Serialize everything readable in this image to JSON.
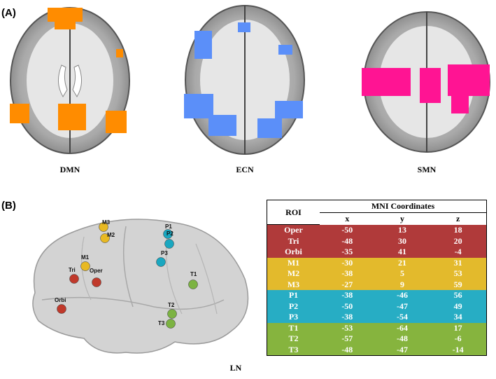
{
  "panel_a": {
    "label": "(A)",
    "networks": [
      {
        "label": "DMN",
        "color": "#ff8c00"
      },
      {
        "label": "ECN",
        "color": "#5b8ff9"
      },
      {
        "label": "SMN",
        "color": "#ff1493"
      }
    ]
  },
  "panel_b": {
    "label": "(B)",
    "brain_label": "LN",
    "roi_markers": [
      {
        "name": "M3",
        "color": "#e8b923"
      },
      {
        "name": "M2",
        "color": "#e8b923"
      },
      {
        "name": "M1",
        "color": "#e8b923"
      },
      {
        "name": "Tri",
        "color": "#c0392b"
      },
      {
        "name": "Oper",
        "color": "#c0392b"
      },
      {
        "name": "Orbi",
        "color": "#c0392b"
      },
      {
        "name": "P1",
        "color": "#1aa7c0"
      },
      {
        "name": "P2",
        "color": "#1aa7c0"
      },
      {
        "name": "P3",
        "color": "#1aa7c0"
      },
      {
        "name": "T1",
        "color": "#7cb342"
      },
      {
        "name": "T2",
        "color": "#7cb342"
      },
      {
        "name": "T3",
        "color": "#7cb342"
      }
    ]
  },
  "table": {
    "roi_header": "ROI",
    "group_header": "MNI Coordinates",
    "col_x": "x",
    "col_y": "y",
    "col_z": "z",
    "groups": [
      {
        "color": "#b03a3a",
        "rows": [
          {
            "roi": "Oper",
            "x": "-50",
            "y": "13",
            "z": "18"
          },
          {
            "roi": "Tri",
            "x": "-48",
            "y": "30",
            "z": "20"
          },
          {
            "roi": "Orbi",
            "x": "-35",
            "y": "41",
            "z": "-4"
          }
        ]
      },
      {
        "color": "#e3ba2c",
        "rows": [
          {
            "roi": "M1",
            "x": "-30",
            "y": "21",
            "z": "31"
          },
          {
            "roi": "M2",
            "x": "-38",
            "y": "5",
            "z": "53"
          },
          {
            "roi": "M3",
            "x": "-27",
            "y": "9",
            "z": "59"
          }
        ]
      },
      {
        "color": "#27adc4",
        "rows": [
          {
            "roi": "P1",
            "x": "-38",
            "y": "-46",
            "z": "56"
          },
          {
            "roi": "P2",
            "x": "-50",
            "y": "-47",
            "z": "49"
          },
          {
            "roi": "P3",
            "x": "-38",
            "y": "-54",
            "z": "34"
          }
        ]
      },
      {
        "color": "#86b43e",
        "rows": [
          {
            "roi": "T1",
            "x": "-53",
            "y": "-64",
            "z": "17"
          },
          {
            "roi": "T2",
            "x": "-57",
            "y": "-48",
            "z": "-6"
          },
          {
            "roi": "T3",
            "x": "-48",
            "y": "-47",
            "z": "-14"
          }
        ]
      }
    ]
  }
}
